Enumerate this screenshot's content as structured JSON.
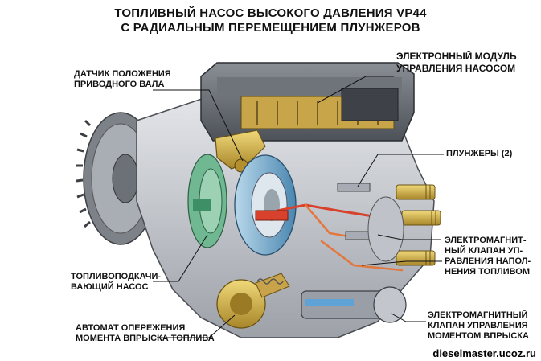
{
  "title": {
    "line1": "ТОПЛИВНЫЙ НАСОС ВЫСОКОГО ДАВЛЕНИЯ VP44",
    "line2": "С РАДИАЛЬНЫМ ПЕРЕМЕЩЕНИЕМ ПЛУНЖЕРОВ"
  },
  "labels": {
    "module": "ЭЛЕКТРОННЫЙ МОДУЛЬ\nУПРАВЛЕНИЯ НАСОСОМ",
    "sensor": "ДАТЧИК ПОЛОЖЕНИЯ\nПРИВОДНОГО ВАЛА",
    "plungers": "ПЛУНЖЕРЫ (2)",
    "fill_valve": "ЭЛЕКТРОМАГНИТ-\nНЫЙ КЛАПАН УП-\nРАВЛЕНИЯ НАПОЛ-\nНЕНИЯ ТОПЛИВОМ",
    "feed_pump": "ТОПЛИВОПОДКАЧИ-\nВАЮЩИЙ НАСОС",
    "advance": "АВТОМАТ ОПЕРЕЖЕНИЯ\nМОМЕНТА ВПРЫСКА ТОПЛИВА",
    "timing_valve": "ЭЛЕКТРОМАГНИТНЫЙ\nКЛАПАН УПРАВЛЕНИЯ\nМОМЕНТОМ ВПРЫСКА"
  },
  "watermark": "dieselmaster.ucoz.ru",
  "colors": {
    "housing": "#c9ccd1",
    "housing_dark": "#8b8f96",
    "brass": "#d4b24a",
    "red": "#d8412b",
    "green": "#5fae84",
    "blue": "#5fa3d6"
  }
}
